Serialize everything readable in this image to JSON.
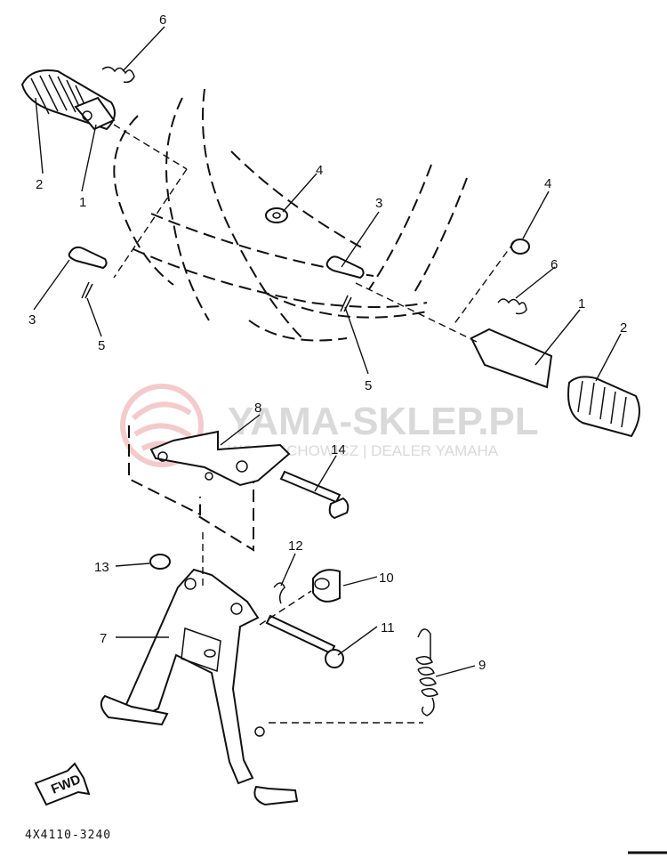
{
  "watermark": {
    "brand": "YAMA-SKLEP.PL",
    "tagline": "WOJCIECHOWICZ | DEALER YAMAHA",
    "logo_color": "#e56a6a"
  },
  "diagram_code": "4X4110-3240",
  "fwd_arrow": "FWD",
  "callouts": {
    "c1_left": "1",
    "c1_right": "1",
    "c2_left": "2",
    "c2_right": "2",
    "c3_left": "3",
    "c3_mid": "3",
    "c4_mid": "4",
    "c4_right": "4",
    "c5_left": "5",
    "c5_mid": "5",
    "c6_top": "6",
    "c6_right": "6",
    "c7": "7",
    "c8": "8",
    "c9": "9",
    "c10": "10",
    "c11": "11",
    "c12": "12",
    "c13": "13",
    "c14": "14"
  }
}
